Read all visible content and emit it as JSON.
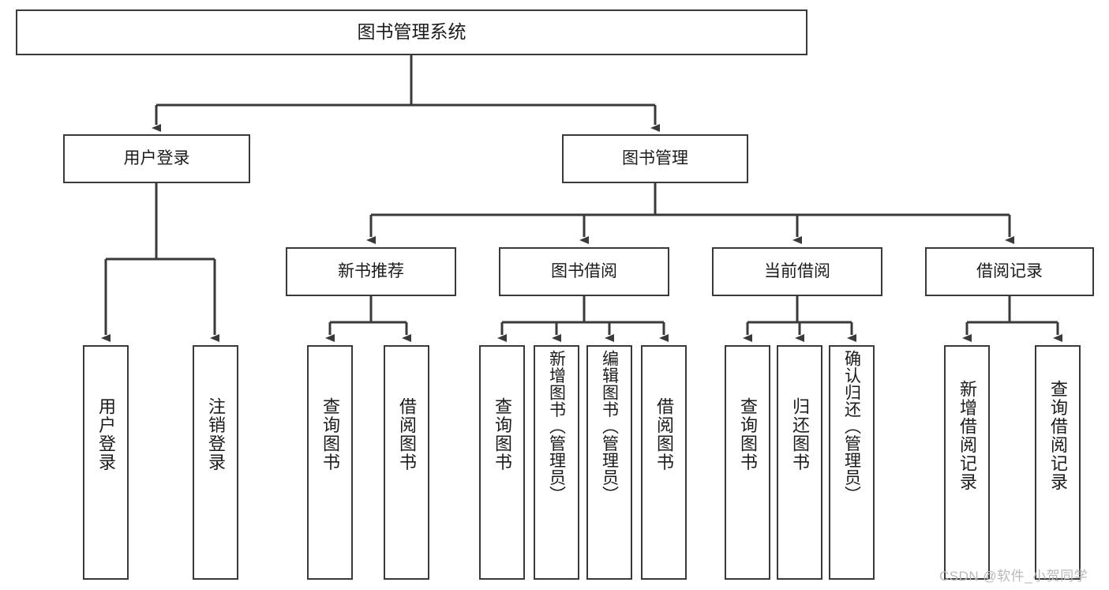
{
  "diagram": {
    "title": "图书管理系统",
    "type": "hierarchy-tree",
    "root": {
      "label": "图书管理系统"
    },
    "level2": [
      {
        "label": "用户登录"
      },
      {
        "label": "图书管理"
      }
    ],
    "level3": [
      {
        "label": "新书推荐"
      },
      {
        "label": "图书借阅"
      },
      {
        "label": "当前借阅"
      },
      {
        "label": "借阅记录"
      }
    ],
    "leaves": {
      "user_login": [
        {
          "label": "用户登录"
        },
        {
          "label": "注销登录"
        }
      ],
      "new_book_recommend": [
        {
          "label": "查询图书"
        },
        {
          "label": "借阅图书"
        }
      ],
      "book_borrow": [
        {
          "label": "查询图书"
        },
        {
          "label": "新增图书（管理员）"
        },
        {
          "label": "编辑图书（管理员）"
        },
        {
          "label": "借阅图书"
        }
      ],
      "current_borrow": [
        {
          "label": "查询图书"
        },
        {
          "label": "归还图书"
        },
        {
          "label": "确认归还（管理员）"
        }
      ],
      "borrow_record": [
        {
          "label": "新增借阅记录"
        },
        {
          "label": "查询借阅记录"
        }
      ]
    }
  },
  "watermark": {
    "text": "CSDN @软件_小贺同学"
  },
  "colors": {
    "border": "#3a3a3a",
    "text": "#1b1b1b",
    "background": "#ffffff",
    "watermark": "#b9b9b9"
  }
}
